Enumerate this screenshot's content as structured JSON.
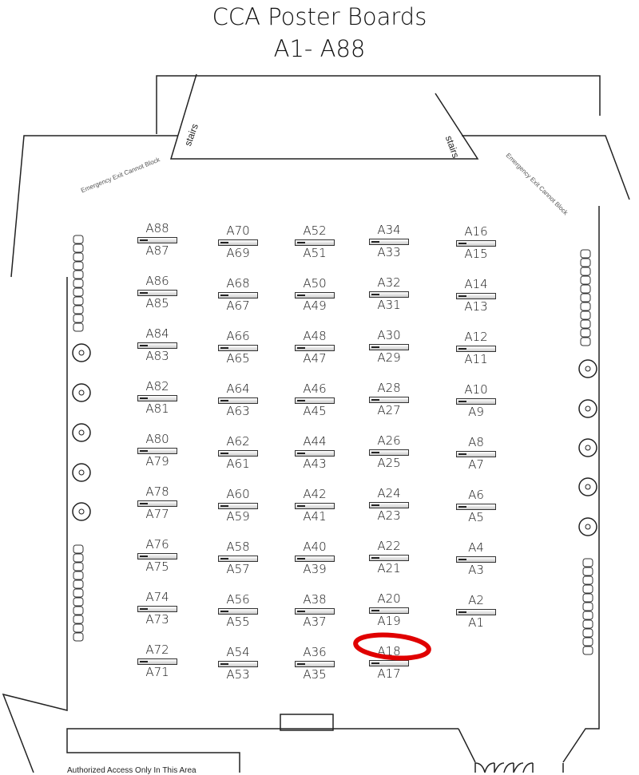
{
  "title_line1": "CCA Poster Boards",
  "title_line2": "A1- A88",
  "labels": {
    "stairs": "stairs",
    "emergency_exit": "Emergency Exit Cannot Block",
    "authorized": "Authorized Access Only In This Area"
  },
  "highlight": {
    "booth": "A18",
    "color": "#e00000"
  },
  "columns": [
    [
      [
        "A88",
        "A87"
      ],
      [
        "A86",
        "A85"
      ],
      [
        "A84",
        "A83"
      ],
      [
        "A82",
        "A81"
      ],
      [
        "A80",
        "A79"
      ],
      [
        "A78",
        "A77"
      ],
      [
        "A76",
        "A75"
      ],
      [
        "A74",
        "A73"
      ],
      [
        "A72",
        "A71"
      ]
    ],
    [
      [
        "A70",
        "A69"
      ],
      [
        "A68",
        "A67"
      ],
      [
        "A66",
        "A65"
      ],
      [
        "A64",
        "A63"
      ],
      [
        "A62",
        "A61"
      ],
      [
        "A60",
        "A59"
      ],
      [
        "A58",
        "A57"
      ],
      [
        "A56",
        "A55"
      ],
      [
        "A54",
        "A53"
      ]
    ],
    [
      [
        "A52",
        "A51"
      ],
      [
        "A50",
        "A49"
      ],
      [
        "A48",
        "A47"
      ],
      [
        "A46",
        "A45"
      ],
      [
        "A44",
        "A43"
      ],
      [
        "A42",
        "A41"
      ],
      [
        "A40",
        "A39"
      ],
      [
        "A38",
        "A37"
      ],
      [
        "A36",
        "A35"
      ]
    ],
    [
      [
        "A34",
        "A33"
      ],
      [
        "A32",
        "A31"
      ],
      [
        "A30",
        "A29"
      ],
      [
        "A28",
        "A27"
      ],
      [
        "A26",
        "A25"
      ],
      [
        "A24",
        "A23"
      ],
      [
        "A22",
        "A21"
      ],
      [
        "A20",
        "A19"
      ],
      [
        "A18",
        "A17"
      ]
    ],
    [
      [
        "A16",
        "A15"
      ],
      [
        "A14",
        "A13"
      ],
      [
        "A12",
        "A11"
      ],
      [
        "A10",
        "A9"
      ],
      [
        "A8",
        "A7"
      ],
      [
        "A6",
        "A5"
      ],
      [
        "A4",
        "A3"
      ],
      [
        "A2",
        "A1"
      ]
    ]
  ]
}
